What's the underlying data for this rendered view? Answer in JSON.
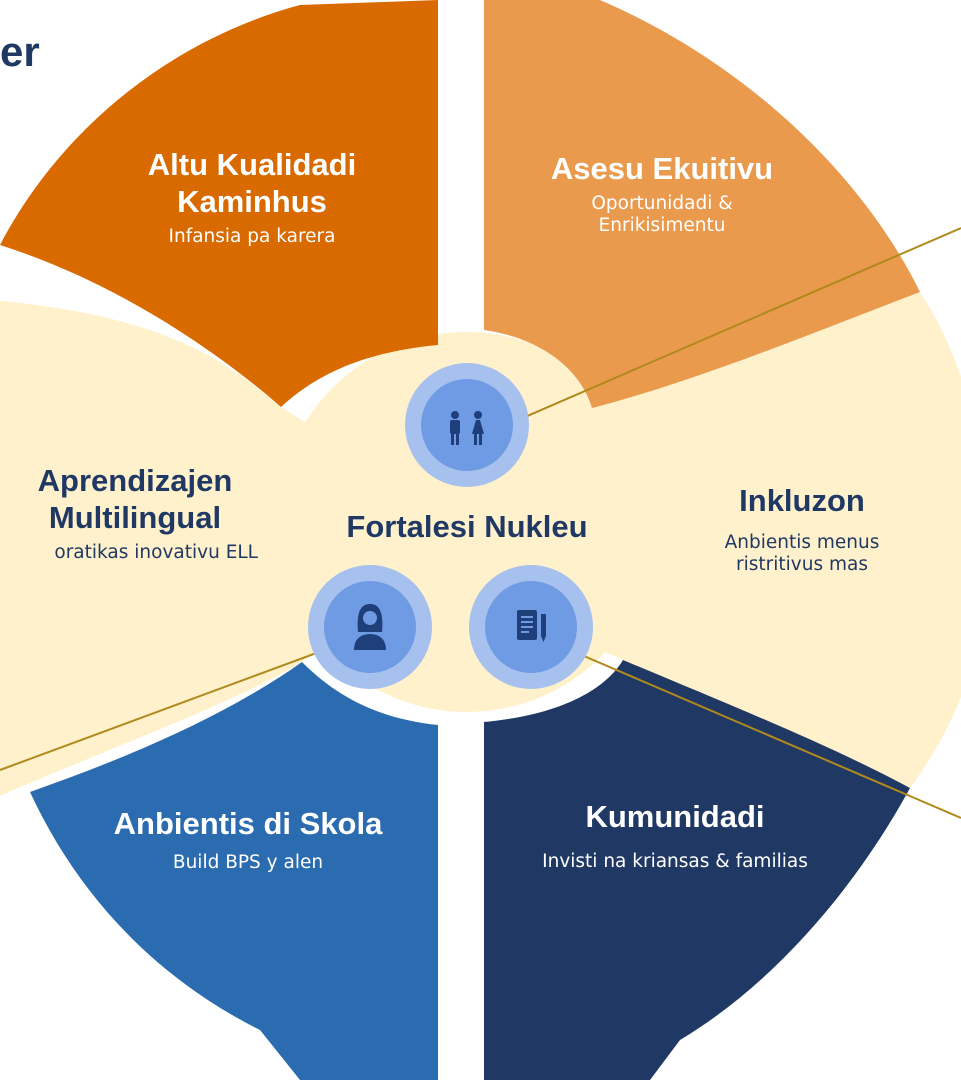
{
  "corner_text": "er",
  "center_label": "Fortalesi Nukleu",
  "colors": {
    "orange_dark": "#d96a00",
    "orange_light": "#e99a4d",
    "cream": "#fff1cc",
    "blue": "#2b6cb0",
    "navy": "#203864",
    "icon_ring": "#a7c1ee",
    "icon_fill": "#6f9ae4",
    "icon_glyph": "#1f3f7a",
    "connector": "#b08a1c"
  },
  "segments": [
    {
      "id": "altu",
      "title_line1": "Altu Kualidadi",
      "title_line2": "Kaminhus",
      "subtitle": "Infansia pa karera"
    },
    {
      "id": "asesu",
      "title": "Asesu Ekuitivu",
      "subtitle_line1": "Oportunidadi &",
      "subtitle_line2": "Enrikisimentu"
    },
    {
      "id": "inkluzon",
      "title": "Inkluzon",
      "subtitle_line1": "Anbientis menus",
      "subtitle_line2": "ristritivus mas"
    },
    {
      "id": "kumunidadi",
      "title": "Kumunidadi",
      "subtitle": "Invisti na kriansas & familias"
    },
    {
      "id": "anbientis",
      "title": "Anbientis di Skola",
      "subtitle": "Build BPS y alen"
    },
    {
      "id": "aprendizajen",
      "title_line1": "Aprendizajen",
      "title_line2": "Multilingual",
      "subtitle": "oratikas inovativu ELL"
    }
  ],
  "icons": [
    {
      "name": "children-icon"
    },
    {
      "name": "teacher-icon"
    },
    {
      "name": "document-pencil-icon"
    }
  ]
}
